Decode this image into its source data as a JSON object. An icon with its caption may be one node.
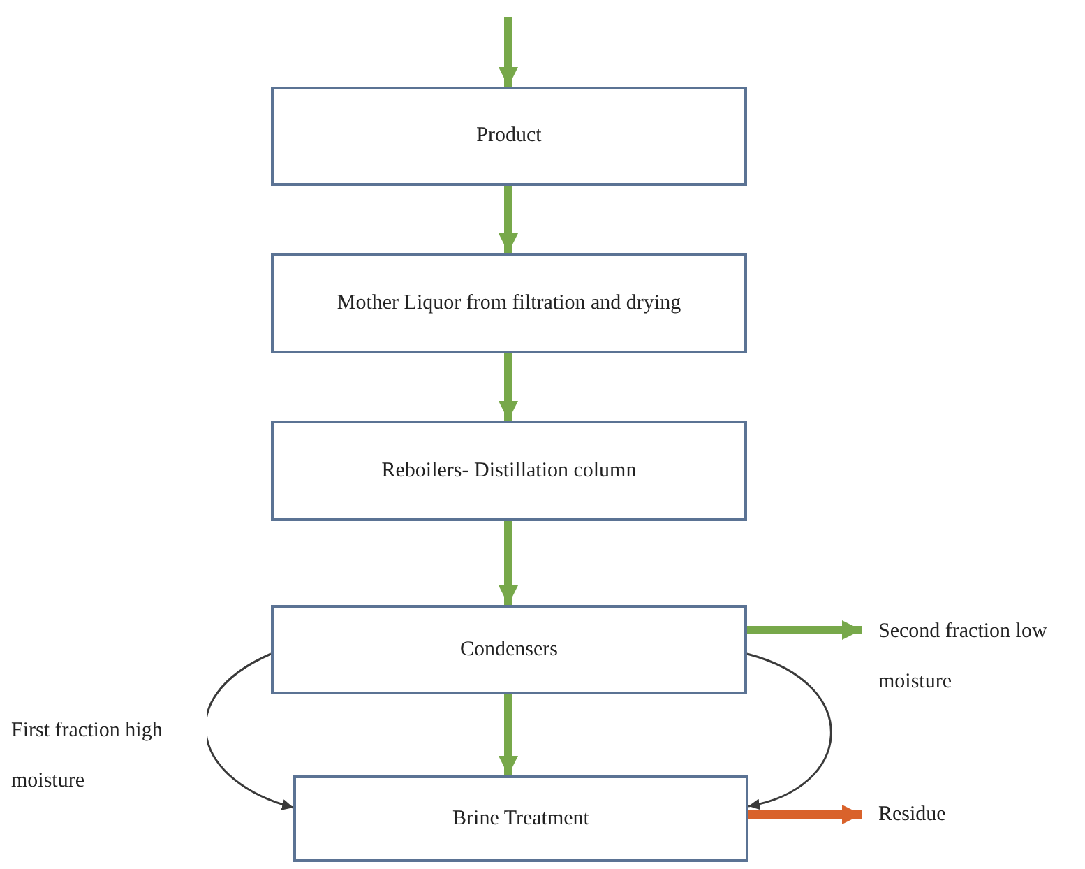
{
  "diagram": {
    "nodes": [
      {
        "text": [
          "Product"
        ]
      },
      {
        "text": [
          "Mother Liquor from filtration and drying"
        ]
      },
      {
        "text": [
          "Reboilers- Distillation column"
        ]
      },
      {
        "text": [
          "Condensers"
        ]
      },
      {
        "text": [
          "Brine Treatment"
        ]
      },
      {
        "text": [
          "Second fraction low moisture"
        ]
      },
      {
        "text": [
          "Residue"
        ]
      }
    ],
    "edges": [
      {
        "from": null,
        "to": 0,
        "arrow": "to"
      },
      {
        "from": 0,
        "to": 1,
        "arrow": "to"
      },
      {
        "from": 1,
        "to": 2,
        "arrow": "to"
      },
      {
        "from": 2,
        "to": 3,
        "arrow": "to"
      },
      {
        "from": 3,
        "to": 4,
        "arrow": "to"
      },
      {
        "from": 3,
        "to": 5,
        "arrow": "to"
      },
      {
        "from": 3,
        "to": 4,
        "arrow": "to",
        "label": "First fraction high moisture",
        "color": "#3a3a3a"
      },
      {
        "from": 3,
        "to": 4,
        "arrow": "to",
        "color": "#3a3a3a"
      },
      {
        "from": 4,
        "to": 6,
        "arrow": "to",
        "color": "#d9622b"
      }
    ]
  }
}
